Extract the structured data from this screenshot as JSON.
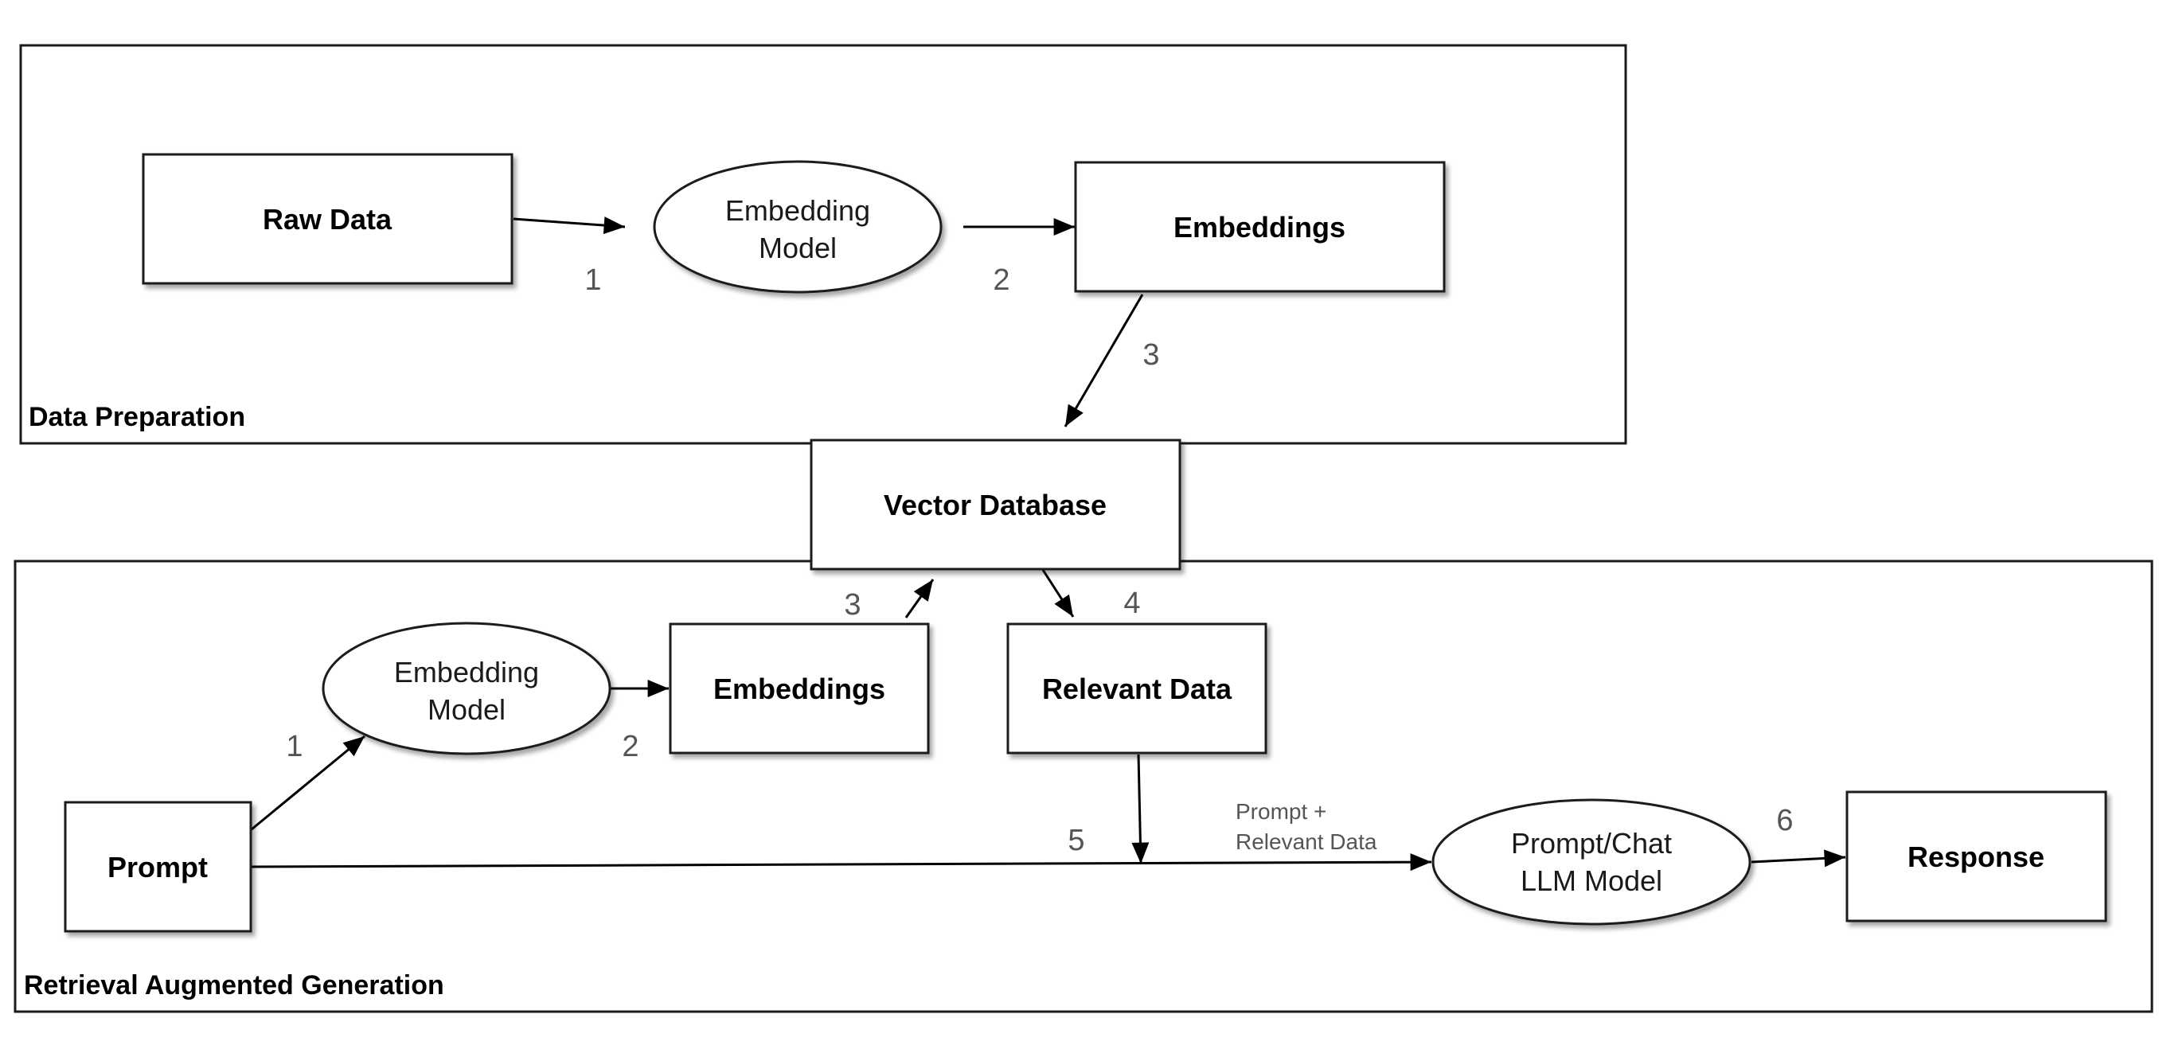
{
  "frames": {
    "data_preparation": "Data Preparation",
    "rag": "Retrieval Augmented Generation"
  },
  "nodes": {
    "raw_data": "Raw Data",
    "dp_embedding_model": [
      "Embedding",
      "Model"
    ],
    "dp_embeddings": "Embeddings",
    "vector_database": "Vector Database",
    "rag_embedding_model": [
      "Embedding",
      "Model"
    ],
    "rag_embeddings": "Embeddings",
    "relevant_data": "Relevant Data",
    "prompt": "Prompt",
    "llm_model": [
      "Prompt/Chat",
      "LLM Model"
    ],
    "response": "Response"
  },
  "edge_labels": {
    "dp_1": "1",
    "dp_2": "2",
    "dp_3": "3",
    "rag_1": "1",
    "rag_2": "2",
    "rag_3": "3",
    "rag_4": "4",
    "rag_5": "5",
    "rag_6": "6",
    "prompt_plus": [
      "Prompt +",
      "Relevant Data"
    ]
  }
}
